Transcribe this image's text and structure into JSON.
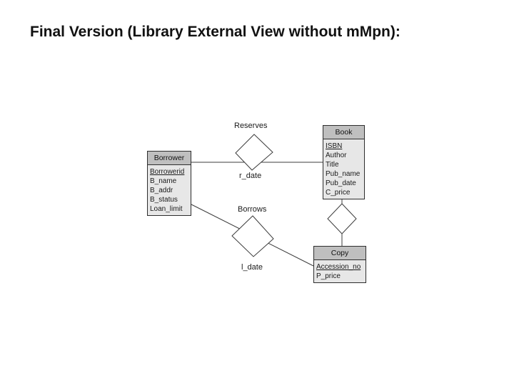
{
  "slide": {
    "title": "Final Version (Library External View without mMpn):"
  },
  "colors": {
    "background": "#ffffff",
    "entity_header_fill": "#bfbfbf",
    "entity_body_fill": "#e7e7e7",
    "border": "#2e2e2e",
    "connector_line": "#3c3c3c",
    "diamond_fill": "#ffffff",
    "text": "#1a1a1a"
  },
  "diagram": {
    "type": "er-diagram",
    "entities": [
      {
        "name": "Borrower",
        "key": "Borrowerid",
        "attributes": [
          "Borrowerid",
          "B_name",
          "B_addr",
          "B_status",
          "Loan_limit"
        ]
      },
      {
        "name": "Book",
        "key": "ISBN",
        "attributes": [
          "ISBN",
          "Author",
          "Title",
          "Pub_name",
          "Pub_date",
          "C_price"
        ]
      },
      {
        "name": "Copy",
        "key": "Accession_no",
        "attributes": [
          "Accession_no",
          "P_price"
        ]
      }
    ],
    "relationships": [
      {
        "name": "Reserves",
        "attribute": "r_date",
        "connects": [
          "Borrower",
          "Book"
        ]
      },
      {
        "name": "Borrows",
        "attribute": "l_date",
        "connects": [
          "Borrower",
          "Copy"
        ]
      },
      {
        "name": "",
        "attribute": "",
        "connects": [
          "Book",
          "Copy"
        ]
      }
    ]
  }
}
